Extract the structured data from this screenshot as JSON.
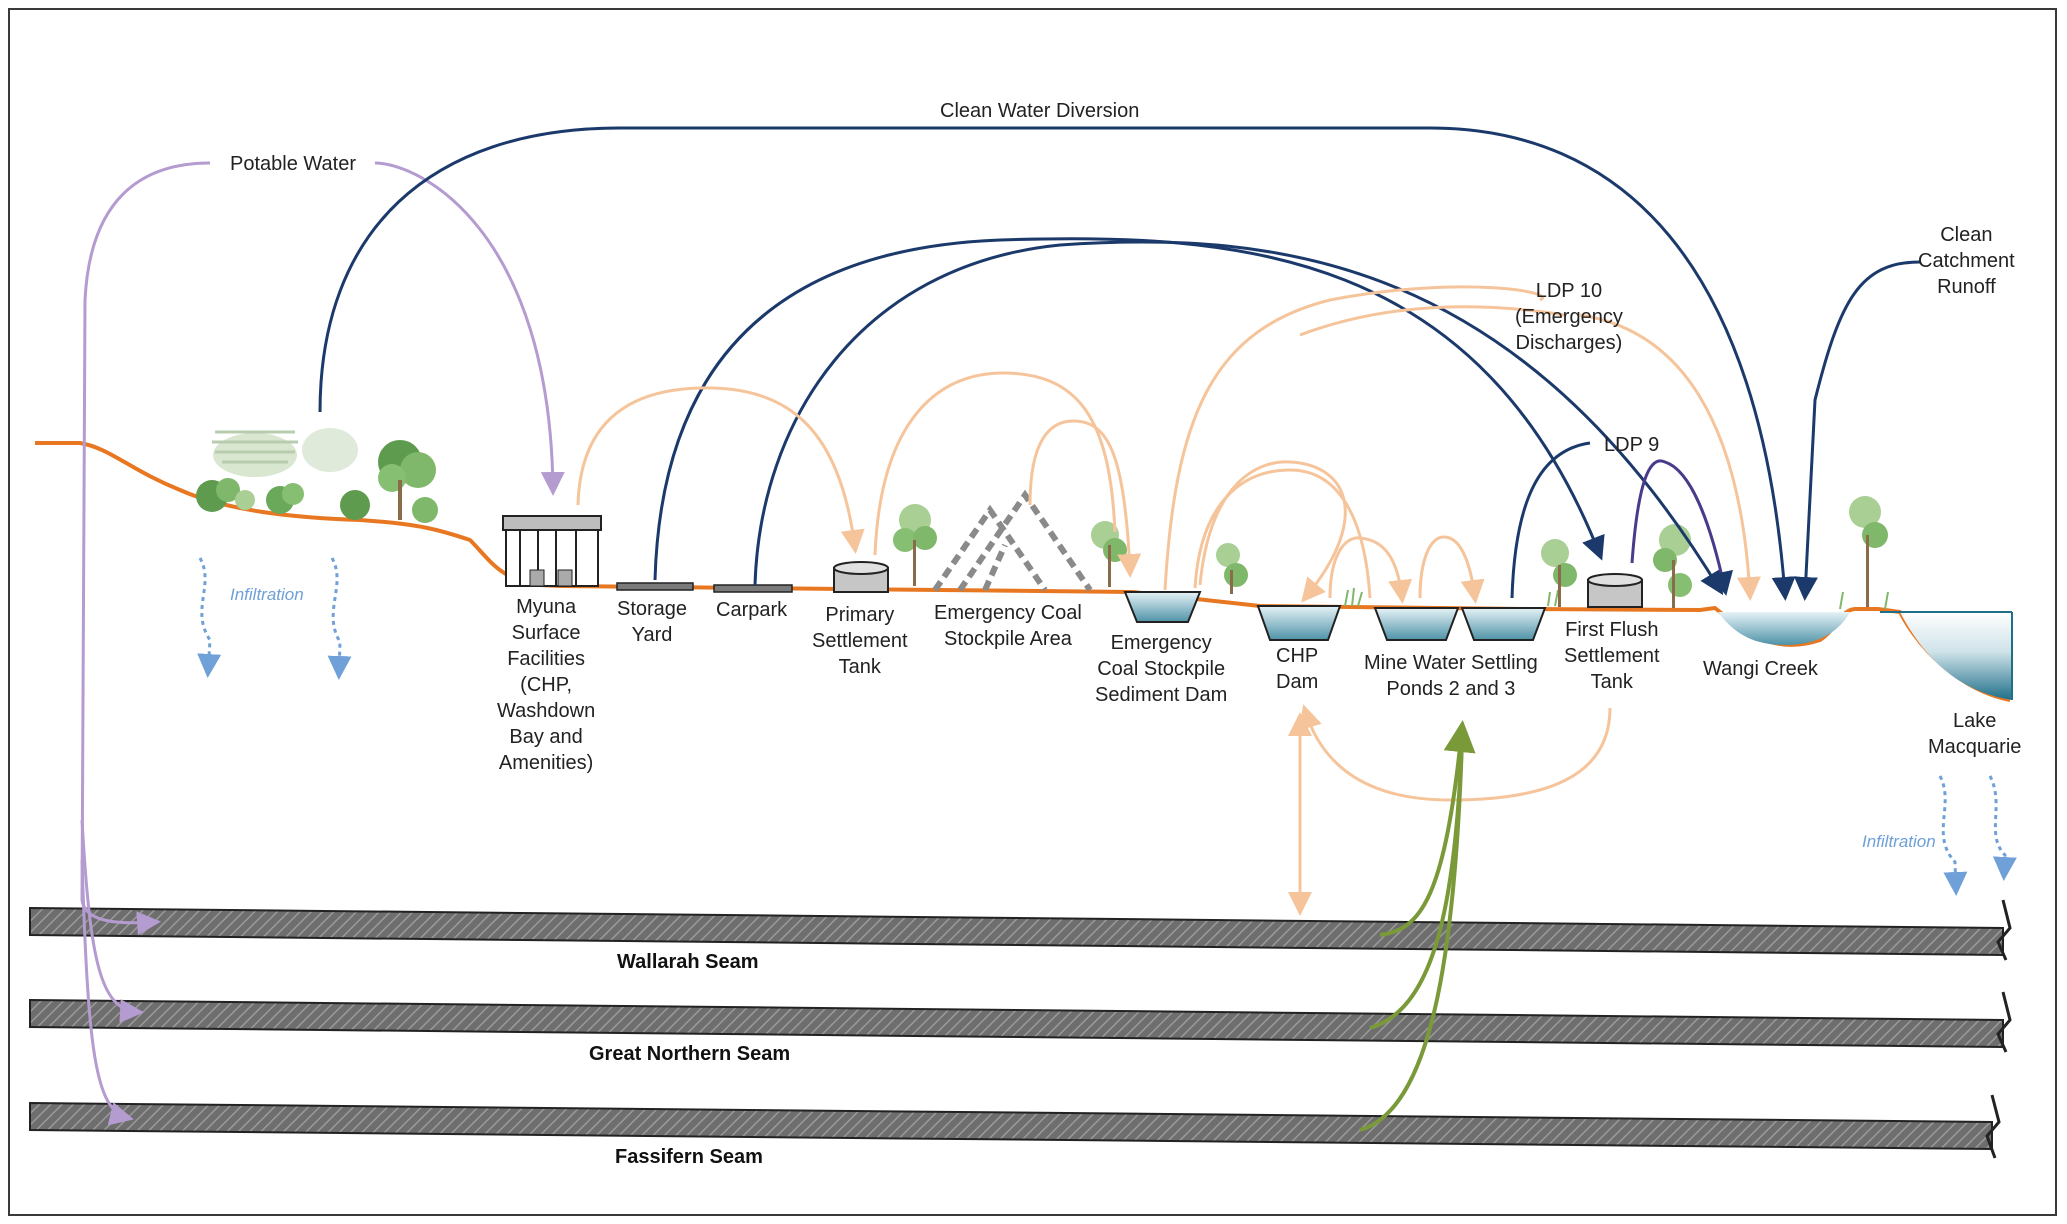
{
  "labels": {
    "clean_water_diversion": "Clean Water Diversion",
    "potable_water": "Potable Water",
    "clean_catchment_runoff": "Clean\nCatchment\nRunoff",
    "ldp10": "LDP 10\n(Emergency\nDischarges)",
    "ldp9": "LDP 9",
    "myuna": "Myuna\nSurface\nFacilities\n(CHP,\nWashdown\nBay and\nAmenities)",
    "storage_yard": "Storage\nYard",
    "carpark": "Carpark",
    "primary_tank": "Primary\nSettlement\nTank",
    "emergency_stockpile": "Emergency Coal\nStockpile Area",
    "sediment_dam": "Emergency\nCoal Stockpile\nSediment Dam",
    "chp_dam": "CHP\nDam",
    "settling_ponds": "Mine Water Settling\nPonds 2 and 3",
    "first_flush": "First Flush\nSettlement\nTank",
    "wangi_creek": "Wangi Creek",
    "lake_macquarie": "Lake\nMacquarie",
    "infiltration_left": "Infiltration",
    "infiltration_right": "Infiltration"
  },
  "seams": [
    "Wallarah Seam",
    "Great Northern Seam",
    "Fassifern Seam"
  ],
  "colors": {
    "ground": "#e87722",
    "clean_water": "#1b3a6b",
    "potable": "#b49bd0",
    "mine_water": "#f6c49a",
    "groundwater": "#7a9a3a",
    "ldp9_purple": "#4b3a8a",
    "infiltration": "#6fa0d8",
    "seam_fill": "#7a7a7a",
    "water_dark": "#2f7f96",
    "water_light": "#e6f2f6"
  }
}
